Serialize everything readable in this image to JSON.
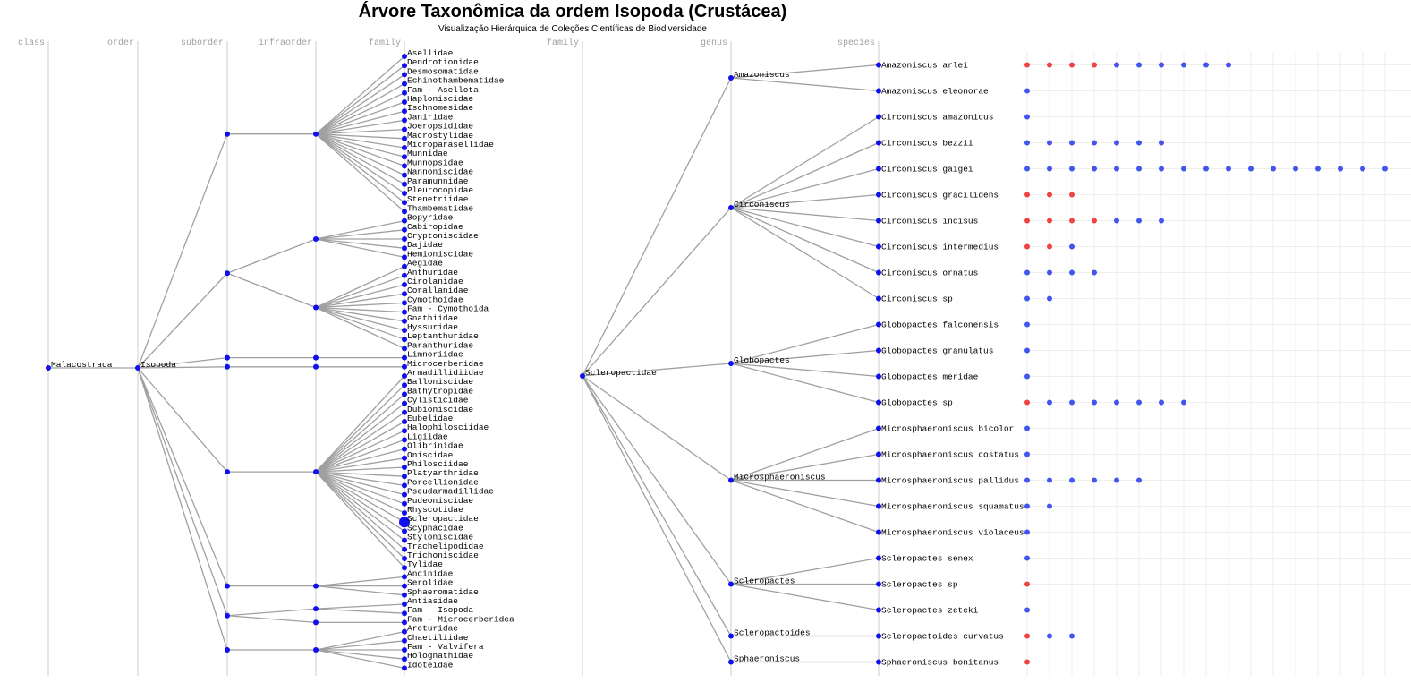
{
  "title": "Árvore Taxonômica da ordem Isopoda (Crustácea)",
  "subtitle": "Visualização Hierárquica de Coleções Científicas de Biodiversidade",
  "colors": {
    "node": "#1010ee",
    "link": "#a0a0a0",
    "axis": "#cccccc",
    "grid": "#eeeeee",
    "dot_red": "#ee4444",
    "dot_blue": "#4455ee"
  },
  "left_tree": {
    "levels": [
      "class",
      "order",
      "suborder",
      "infraorder",
      "family"
    ],
    "class": "Malacostraca",
    "order": "Isopoda",
    "groups": [
      {
        "families": [
          "Asellidae",
          "Dendrotionidae",
          "Desmosomatidae",
          "Echinothambematidae",
          "Fam - Asellota",
          "Haploniscidae",
          "Ischnomesidae",
          "Janiridae",
          "Joeropsididae",
          "Macrostylidae",
          "Microparasellidae",
          "Munnidae",
          "Munnopsidae",
          "Nannoniscidae",
          "Paramunnidae",
          "Pleurocopidae",
          "Stenetriidae",
          "Thambematidae"
        ]
      },
      {
        "infra": [
          {
            "families": [
              "Bopyridae",
              "Cabiropidae",
              "Cryptoniscidae",
              "Dajidae",
              "Hemioniscidae"
            ]
          },
          {
            "families": [
              "Aegidae",
              "Anthuridae",
              "Cirolanidae",
              "Corallanidae",
              "Cymothoidae",
              "Fam - Cymothoida",
              "Gnathiidae",
              "Hyssuridae",
              "Leptanthuridae",
              "Paranthuridae"
            ]
          }
        ]
      },
      {
        "families": [
          "Limnoriidae"
        ]
      },
      {
        "families": [
          "Microcerberidae"
        ]
      },
      {
        "families": [
          "Armadillidiidae",
          "Balloniscidae",
          "Bathytropidae",
          "Cylisticidae",
          "Dubioniscidae",
          "Eubelidae",
          "Halophilosciidae",
          "Ligiidae",
          "Olibrinidae",
          "Oniscidae",
          "Philosciidae",
          "Platyarthridae",
          "Porcellionidae",
          "Pseudarmadillidae",
          "Pudeoniscidae",
          "Rhyscotidae",
          "Scleropactidae",
          "Scyphacidae",
          "Styloniscidae",
          "Trachelipodidae",
          "Trichoniscidae",
          "Tylidae"
        ],
        "highlight": "Scleropactidae"
      },
      {
        "families": [
          "Ancinidae",
          "Serolidae",
          "Sphaeromatidae"
        ]
      },
      {
        "infra": [
          {
            "families": [
              "Antiasidae",
              "Fam - Isopoda"
            ]
          },
          {
            "families": [
              "Fam - Microcerberidea"
            ]
          }
        ]
      },
      {
        "families": [
          "Arcturidae",
          "Chaetiliidae",
          "Fam - Valvifera",
          "Holognathidae",
          "Idoteidae"
        ]
      }
    ]
  },
  "right_tree": {
    "levels": [
      "family",
      "genus",
      "species"
    ],
    "family": "Scleropactidae",
    "genera": [
      {
        "name": "Amazoniscus",
        "species": [
          {
            "name": "Amazoniscus arlei",
            "dots": "rrrrbbbbbb"
          },
          {
            "name": "Amazoniscus eleonorae",
            "dots": "b"
          }
        ]
      },
      {
        "name": "Circoniscus",
        "species": [
          {
            "name": "Circoniscus amazonicus",
            "dots": "b"
          },
          {
            "name": "Circoniscus bezzii",
            "dots": "bbbbbbb"
          },
          {
            "name": "Circoniscus gaigei",
            "dots": "bbbbbbbbbbbbbbbbb"
          },
          {
            "name": "Circoniscus gracilidens",
            "dots": "rrr"
          },
          {
            "name": "Circoniscus incisus",
            "dots": "rrrrbbb"
          },
          {
            "name": "Circoniscus intermedius",
            "dots": "rrb"
          },
          {
            "name": "Circoniscus ornatus",
            "dots": "bbbb"
          },
          {
            "name": "Circoniscus sp",
            "dots": "bb"
          }
        ]
      },
      {
        "name": "Globopactes",
        "species": [
          {
            "name": "Globopactes falconensis",
            "dots": "b"
          },
          {
            "name": "Globopactes granulatus",
            "dots": "b"
          },
          {
            "name": "Globopactes meridae",
            "dots": "b"
          },
          {
            "name": "Globopactes sp",
            "dots": "rbbbbbbb"
          }
        ]
      },
      {
        "name": "Microsphaeroniscus",
        "species": [
          {
            "name": "Microsphaeroniscus bicolor",
            "dots": "b"
          },
          {
            "name": "Microsphaeroniscus costatus",
            "dots": "b"
          },
          {
            "name": "Microsphaeroniscus pallidus",
            "dots": "bbbbbb"
          },
          {
            "name": "Microsphaeroniscus squamatus",
            "dots": "bb"
          },
          {
            "name": "Microsphaeroniscus violaceus",
            "dots": "b"
          }
        ]
      },
      {
        "name": "Scleropactes",
        "species": [
          {
            "name": "Scleropactes senex",
            "dots": "b"
          },
          {
            "name": "Scleropactes sp",
            "dots": "r"
          },
          {
            "name": "Scleropactes zeteki",
            "dots": "b"
          }
        ]
      },
      {
        "name": "Scleropactoides",
        "species": [
          {
            "name": "Scleropactoides curvatus",
            "dots": "rbb"
          }
        ]
      },
      {
        "name": "Sphaeroniscus",
        "species": [
          {
            "name": "Sphaeroniscus bonitanus",
            "dots": "r"
          }
        ]
      }
    ]
  }
}
